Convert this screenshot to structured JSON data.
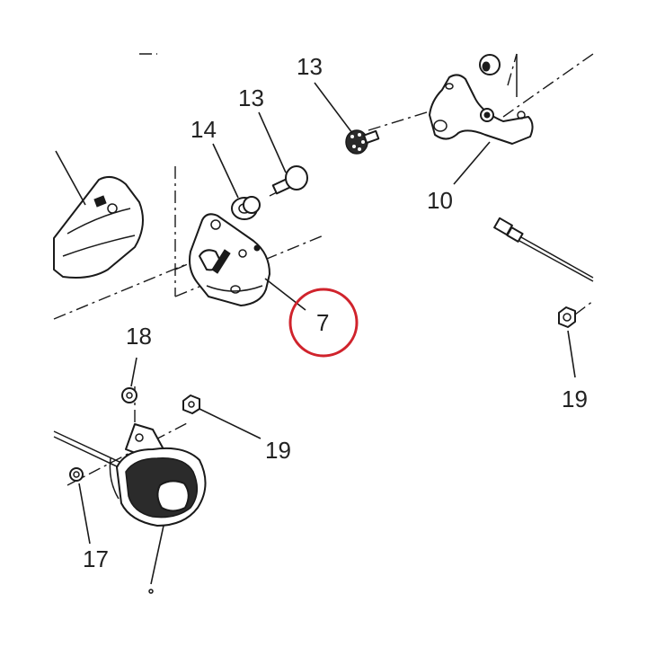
{
  "callouts": {
    "p13_top": "13",
    "p13_left": "13",
    "p14": "14",
    "p10": "10",
    "p7": "7",
    "p18": "18",
    "p19_right": "19",
    "p19_bottom": "19",
    "p17": "17"
  },
  "highlight": {
    "target": "7",
    "color": "#d0232c"
  }
}
